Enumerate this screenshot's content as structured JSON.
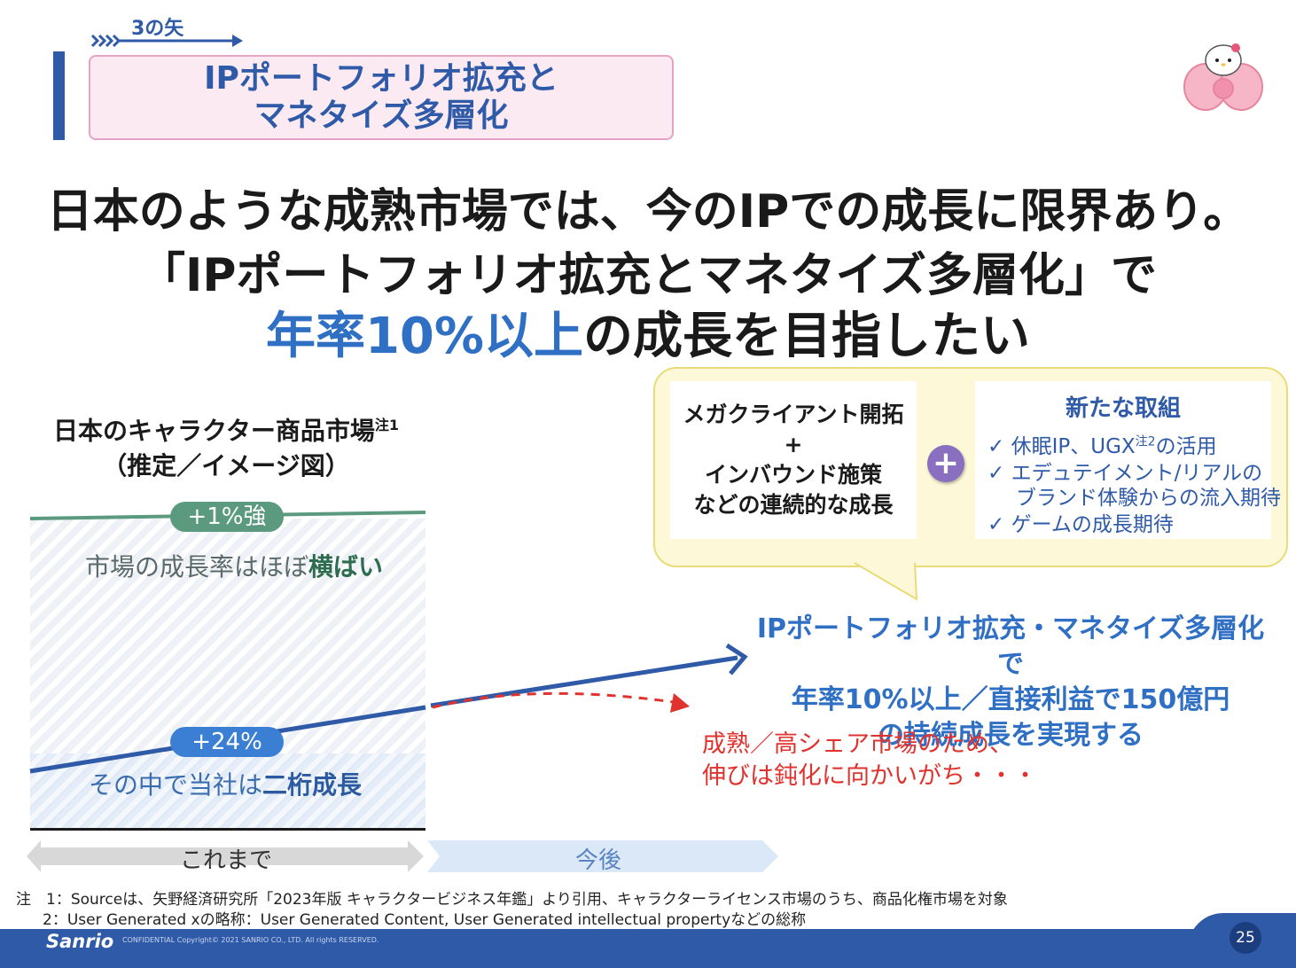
{
  "header": {
    "small_tag": "3の矢",
    "box_line1": "IPポートフォリオ拡充と",
    "box_line2": "マネタイズ多層化"
  },
  "headline": {
    "line1": "日本のような成熟市場では、今のIPでの成長に限界あり。",
    "line2": "「IPポートフォリオ拡充とマネタイズ多層化」で",
    "line3_highlight": "年率10%以上",
    "line3_rest": "の成長を目指したい"
  },
  "market": {
    "title": "日本のキャラクター商品市場",
    "title_note": "注1",
    "subtitle": "（推定／イメージ図）",
    "market_pill": "+1%強",
    "market_text_plain": "市場の成長率はほぼ",
    "market_text_bold": "横ばい",
    "own_pill": "+24%",
    "own_text_plain": "その中で当社は",
    "own_text_bold": "二桁成長",
    "past_label": "これまで",
    "future_label": "今後"
  },
  "bubble": {
    "left_line1": "メガクライアント開拓",
    "left_line2": "+",
    "left_line3": "インバウンド施策",
    "left_line4": "などの連続的な成長",
    "plus_symbol": "+",
    "right_title": "新たな取組",
    "item1_pre": "✓ 休眠IP、UGX",
    "item1_note": "注2",
    "item1_post": "の活用",
    "item2_line1": "✓ エデュテイメント/リアルの",
    "item2_line2": "ブランド体験からの流入期待",
    "item3": "✓ ゲームの成長期待"
  },
  "goal": {
    "line1": "IPポートフォリオ拡充・マネタイズ多層化で",
    "line2": "年率10%以上／直接利益で150億円",
    "line3": "の持続成長を実現する"
  },
  "warning": {
    "line1": "成熟／高シェア市場のため、",
    "line2": "伸びは鈍化に向かいがち・・・"
  },
  "notes": {
    "note1": "注　1：Sourceは、矢野経済研究所「2023年版 キャラクタービジネス年鑑」より引用、キャラクターライセンス市場のうち、商品化権市場を対象",
    "note2": "2：User Generated xの略称：User Generated Content, User Generated intellectual propertyなどの総称"
  },
  "footer": {
    "logo": "Sanrio",
    "copyright": "CONFIDENTIAL Copyright© 2021 SANRIO CO., LTD. All rights RESERVED.",
    "page": "25"
  },
  "colors": {
    "brand_blue": "#2f5aa8",
    "market_green": "#5b9a7e",
    "growth_blue": "#3a7fd4",
    "warning_red": "#e0332f"
  }
}
